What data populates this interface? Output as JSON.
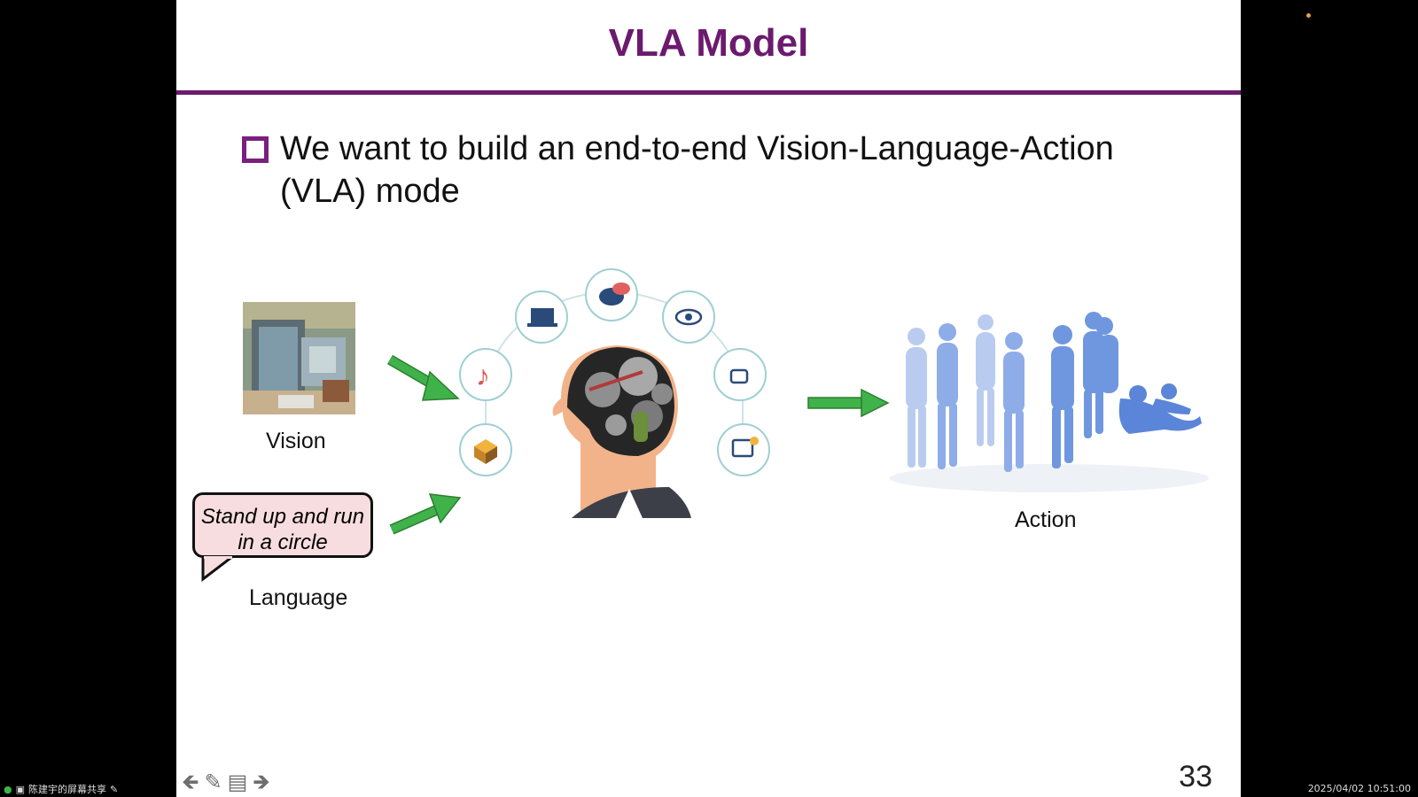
{
  "slide": {
    "title": "VLA Model",
    "bullet_text": "We want to build an end-to-end Vision-Language-Action (VLA) mode",
    "vision_label": "Vision",
    "language_label": "Language",
    "speech_text": "Stand up and run in a circle",
    "action_label": "Action",
    "page_number": "33"
  },
  "status": {
    "share_label": "陈建宇的屏幕共享",
    "timestamp": "2025/04/02 10:51:00"
  },
  "colors": {
    "title": "#6b1a6e",
    "arrow": "#3fb24a",
    "speech_fill": "#f8dde0",
    "humanoid": "#6f97e0"
  }
}
